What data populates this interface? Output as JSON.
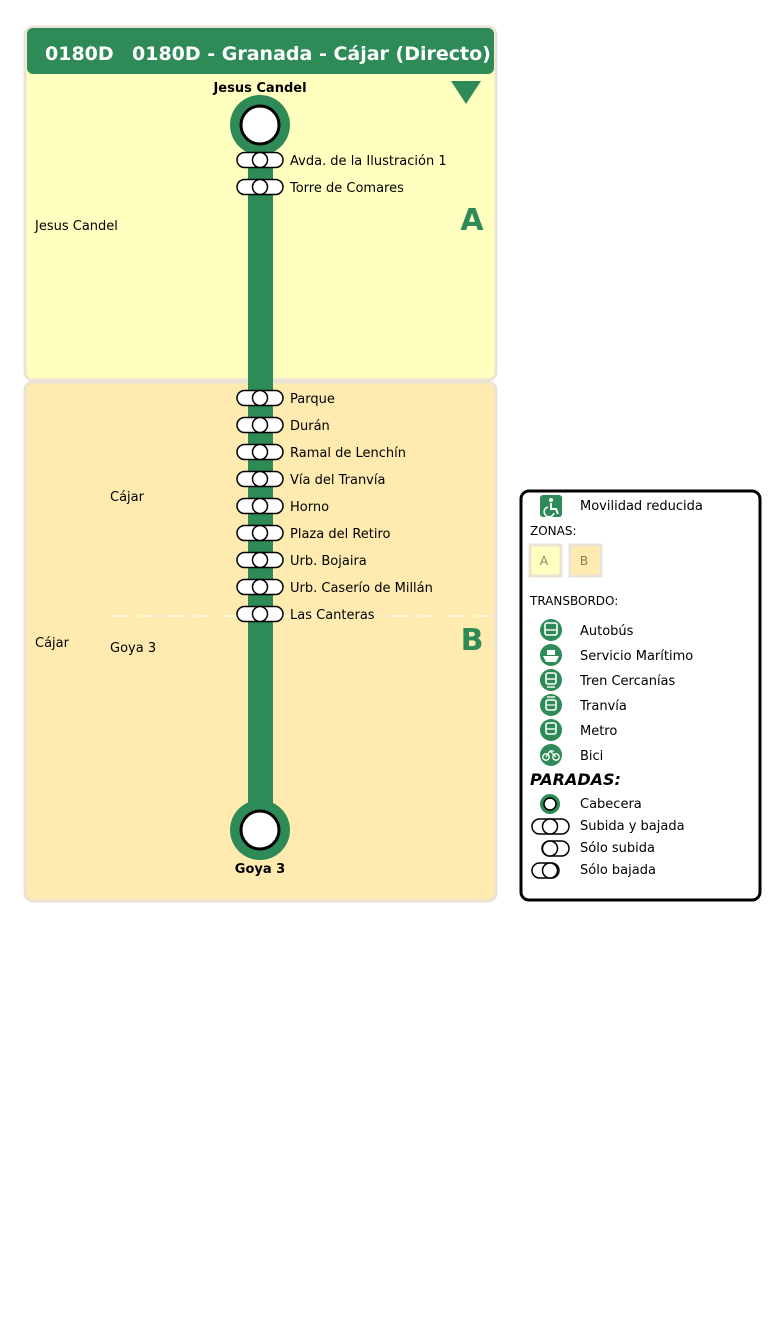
{
  "route": {
    "code": "0180D",
    "name": "0180D - Granada - Cájar (Directo)",
    "line_color": "#2e8b57"
  },
  "zones": [
    {
      "label": "A",
      "color": "#ffffc0"
    },
    {
      "label": "B",
      "color": "#ffebb0"
    }
  ],
  "direction_marker": "down-triangle",
  "municipalities": [
    {
      "name": "Jesus Candel"
    },
    {
      "name": "Cájar"
    }
  ],
  "sub_areas": [
    {
      "name": "Cájar"
    },
    {
      "name": "Goya 3"
    }
  ],
  "terminals": {
    "start": "Jesus Candel",
    "end": "Goya 3"
  },
  "stops": [
    {
      "name": "Avda. de la Ilustración 1",
      "type": "subida-bajada"
    },
    {
      "name": "Torre de Comares",
      "type": "subida-bajada"
    },
    {
      "name": "Parque",
      "type": "subida-bajada"
    },
    {
      "name": "Durán",
      "type": "subida-bajada"
    },
    {
      "name": "Ramal de Lenchín",
      "type": "subida-bajada"
    },
    {
      "name": "Vía del Tranvía",
      "type": "subida-bajada"
    },
    {
      "name": "Horno",
      "type": "subida-bajada"
    },
    {
      "name": "Plaza del Retiro",
      "type": "subida-bajada"
    },
    {
      "name": "Urb. Bojaira",
      "type": "subida-bajada"
    },
    {
      "name": "Urb. Caserío de Millán",
      "type": "subida-bajada"
    },
    {
      "name": "Las Canteras",
      "type": "subida-bajada"
    }
  ],
  "legend": {
    "accessibility": {
      "label": "Movilidad reducida",
      "icon": "wheelchair-icon"
    },
    "zones_title": "ZONAS:",
    "zone_samples": [
      "A",
      "B"
    ],
    "transfer_title": "TRANSBORDO:",
    "transfers": [
      {
        "label": "Autobús",
        "icon": "bus-icon"
      },
      {
        "label": "Servicio Marítimo",
        "icon": "boat-icon"
      },
      {
        "label": "Tren Cercanías",
        "icon": "train-icon"
      },
      {
        "label": "Tranvía",
        "icon": "tram-icon"
      },
      {
        "label": "Metro",
        "icon": "metro-icon"
      },
      {
        "label": "Bici",
        "icon": "bike-icon"
      }
    ],
    "stops_title": "PARADAS:",
    "stop_types": [
      {
        "label": "Cabecera"
      },
      {
        "label": "Subida y bajada"
      },
      {
        "label": "Sólo subida"
      },
      {
        "label": "Sólo bajada"
      }
    ]
  }
}
